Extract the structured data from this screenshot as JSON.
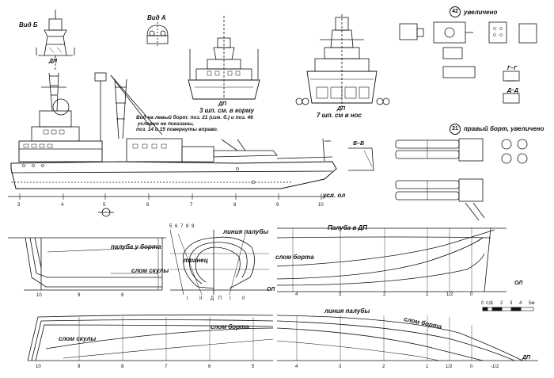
{
  "views": {
    "view_b": "Вид Б",
    "view_a": "Вид А",
    "dp": "ДП",
    "aft_caption_line1": "ДП",
    "aft_caption_line2": "3 шп. см. в корму",
    "bow_caption_line1": "ДП",
    "bow_caption_line2": "7 шп. см в нос",
    "left_side_note": "Вид на левый борт: поз. 21 (изм. б.) и поз. 46\n условно не показаны,\nпоз. 14 и 15 повернуты вправо.",
    "section_vv": "В–В",
    "section_gg": "Г–Г",
    "section_dd": "Д–Д",
    "usl_ol": "усл. ол",
    "ol": "ОЛ"
  },
  "details": {
    "detail42_num": "42",
    "detail42_label": "увеличено",
    "detail21_num": "21",
    "detail21_label": "правый борт, увеличено"
  },
  "hull_lines": {
    "deck_at_side": "палуба у борта",
    "chine_line_left": "слом скулы",
    "deck_line_body": "линия палубы",
    "transom": "транец",
    "deck_in_dp": "Палуба в ДП",
    "sheer_break_top": "слом борта",
    "deck_line_plan": "линия палубы",
    "sheer_break_plan": "слом борта",
    "chine_line_plan": "слом скулы",
    "sheer_break_lower": "слом борта",
    "dp_bottom": "ДП"
  },
  "frame_numbers_profile": [
    "3",
    "4",
    "5",
    "6",
    "7",
    "8",
    "9",
    "10"
  ],
  "frame_numbers_aft": [
    "10",
    "9",
    "8"
  ],
  "frame_numbers_plan_left": [
    "10",
    "9",
    "8",
    "7",
    "6",
    "5"
  ],
  "frame_numbers_fwd": [
    "4",
    "3",
    "2",
    "1",
    "1/2",
    "0"
  ],
  "frame_numbers_plan_right": [
    "4",
    "3",
    "2",
    "1",
    "1/2",
    "0",
    "-1/2"
  ],
  "body_plan_top_numbers": "5 6 7 8 9",
  "body_plan_bottom": [
    "I",
    "II",
    "Д",
    "П",
    "I",
    "II"
  ],
  "scale": {
    "ticks": [
      "0",
      "0,5",
      "1",
      "2",
      "3",
      "4",
      "5м"
    ]
  }
}
